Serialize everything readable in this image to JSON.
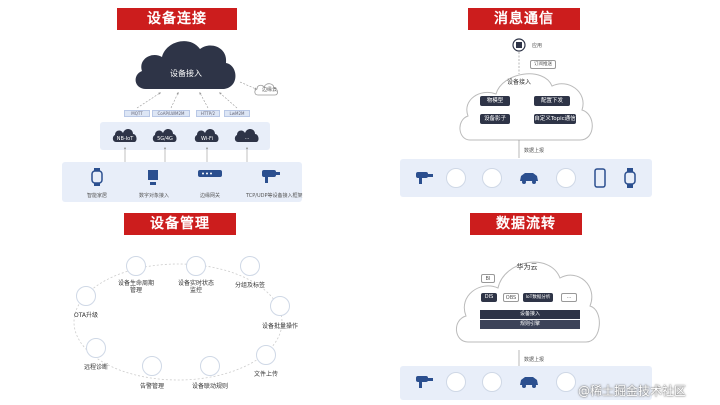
{
  "panels": {
    "connect": {
      "title": "设备连接",
      "cloud_label": "设备接入",
      "cloud_corner_label": "边缘云",
      "protocols": [
        "MQTT",
        "CoAP/LWM2M",
        "HTTP/2",
        "LwM2M"
      ],
      "sub_clouds": [
        "NB-IoT",
        "5G/4G",
        "Wi-Fi",
        "···"
      ],
      "devices": [
        "智能家居",
        "数字对象接入",
        "边缘网关",
        "TCP/UDP等设备接入框架"
      ]
    },
    "messaging": {
      "title": "消息通信",
      "top_label": "应用",
      "subscribe_label": "订阅推送",
      "cloud_label": "设备接入",
      "boxes": [
        "物模型",
        "配置下发",
        "设备影子",
        "自定义Topic通信"
      ],
      "upload_label": "数据上报"
    },
    "management": {
      "title": "设备管理",
      "nodes": [
        "设备生命周期管理",
        "设备实时状态监控",
        "分组及标签",
        "设备批量操作",
        "文件上传",
        "设备联动规则",
        "告警管理",
        "远程诊断",
        "OTA升级"
      ]
    },
    "dataflow": {
      "title": "数据流转",
      "cloud_label": "华为云",
      "bi_label": "BI",
      "boxes": [
        "DIS",
        "OBS",
        "IoT数据分析",
        "···"
      ],
      "bar_top": "设备接入",
      "bar_bottom": "规则引擎",
      "upload_label": "数据上报"
    }
  },
  "watermark": "@稀土掘金技术社区",
  "colors": {
    "title_red": "#cc1d1d",
    "dark_cloud": "#2e3447",
    "device_band": "#e8eef9",
    "icon_blue": "#2b4f8f"
  }
}
